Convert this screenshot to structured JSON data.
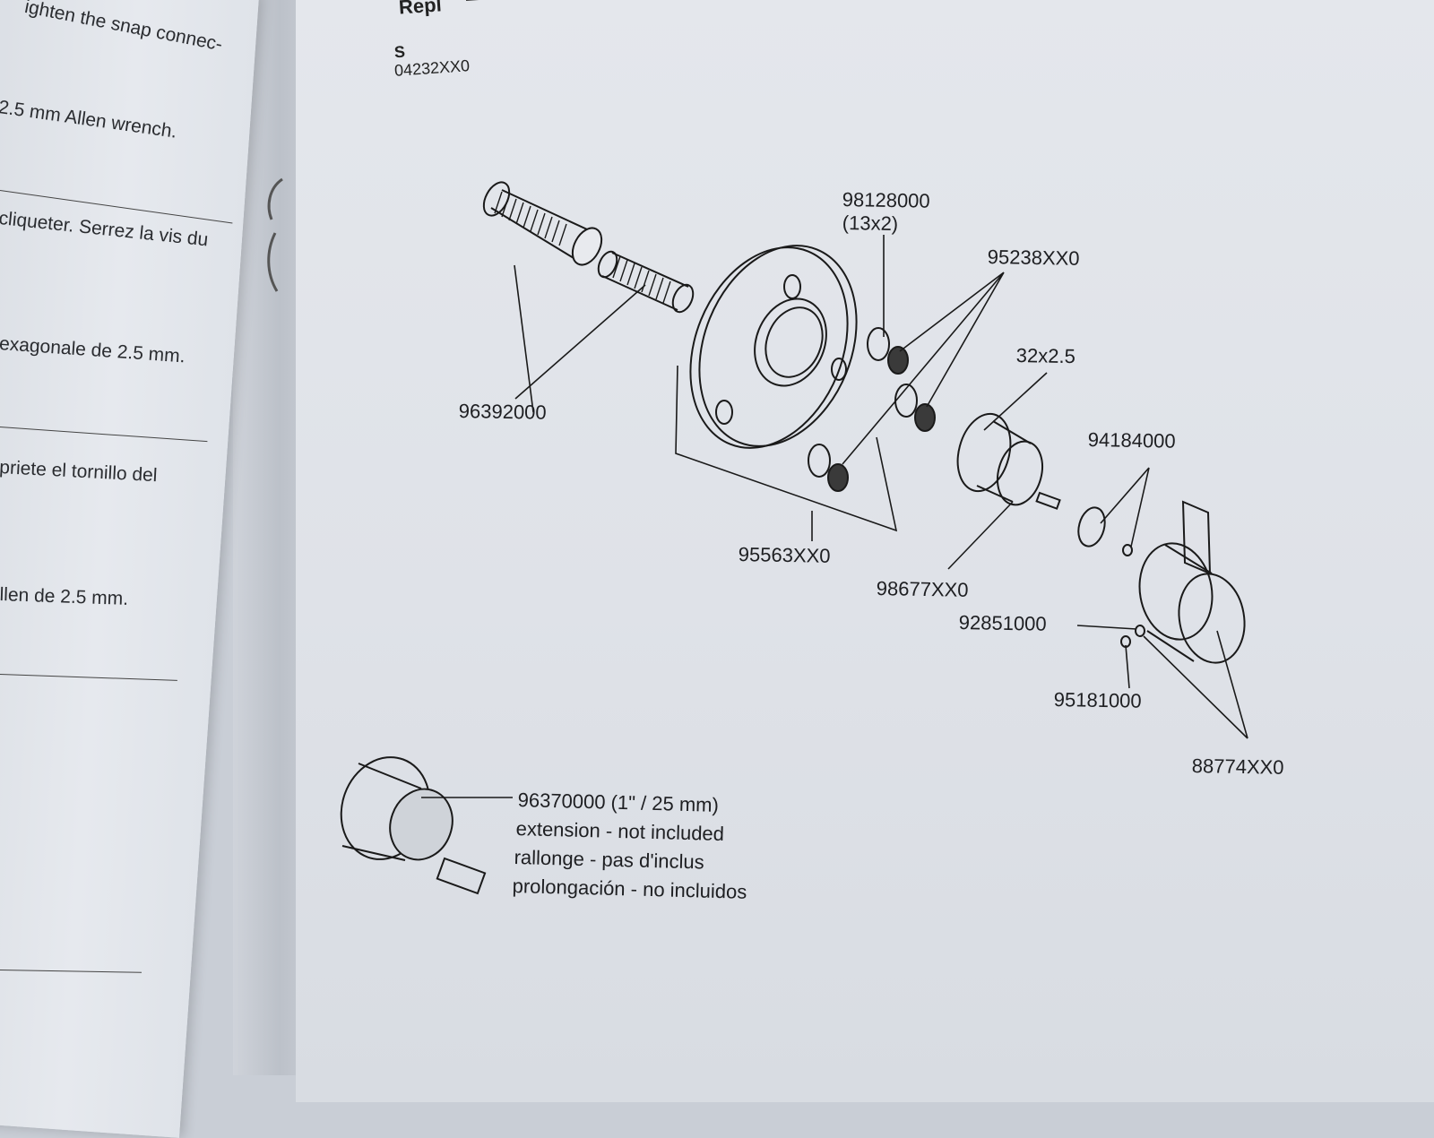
{
  "left_page": {
    "lines": [
      "ighten the snap connec-",
      "2.5 mm Allen wrench.",
      "cliqueter. Serrez la vis du",
      "exagonale de 2.5 mm.",
      "priete el tornillo del",
      "llen de 2.5 mm."
    ]
  },
  "right_page": {
    "heading": "Repl",
    "model_letter": "S",
    "model_code": "04232XX0"
  },
  "parts": {
    "p98128000": "98128000",
    "p98128000_size": "(13x2)",
    "p95238": "95238XX0",
    "p32x25": "32x2.5",
    "p94184000": "94184000",
    "p96392000": "96392000",
    "p95563": "95563XX0",
    "p98677": "98677XX0",
    "p92851000": "92851000",
    "p95181000": "95181000",
    "p88774": "88774XX0"
  },
  "extension": {
    "part": "96370000 (1\" / 25 mm)",
    "en": "extension - not included",
    "fr": "rallonge - pas d'inclus",
    "es": "prolongación - no incluidos"
  }
}
